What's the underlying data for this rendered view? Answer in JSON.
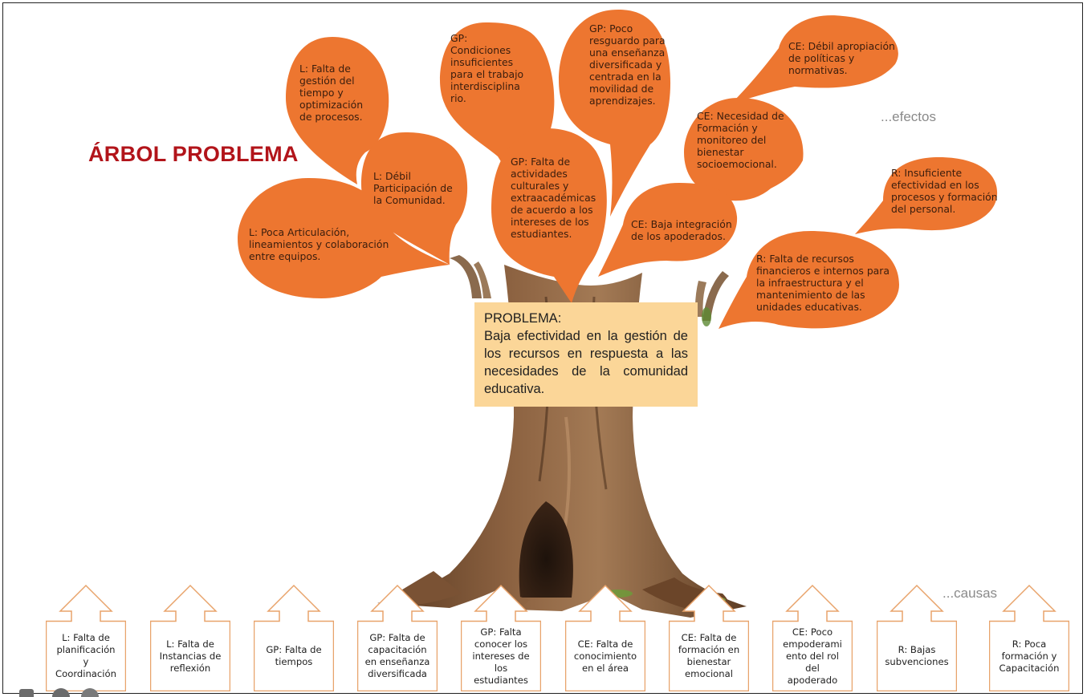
{
  "title": "ÁRBOL PROBLEMA",
  "labels": {
    "effects": "...efectos",
    "causes": "...causas"
  },
  "colors": {
    "bubble": "#ed7630",
    "title": "#b2141a",
    "problem_box": "#fbd698",
    "arrow": "#e8a36b"
  },
  "problem": {
    "heading": "PROBLEMA:",
    "text": "Baja efectividad en la gestión de los recursos en respuesta a las necesidades de la comunidad educativa."
  },
  "effects": [
    {
      "lines": [
        "L: Falta de",
        "gestión del",
        "tiempo y",
        "optimización",
        "de procesos."
      ]
    },
    {
      "lines": [
        "L: Débil",
        "Participación de",
        "la Comunidad."
      ]
    },
    {
      "lines": [
        "L: Poca Articulación,",
        "lineamientos y colaboración",
        "entre equipos."
      ]
    },
    {
      "lines": [
        "GP:",
        "Condiciones",
        "insuficientes",
        "para el trabajo",
        "interdisciplina",
        "rio."
      ]
    },
    {
      "lines": [
        "GP: Falta de",
        "actividades",
        "culturales y",
        "extraacadémicas",
        "de acuerdo a los",
        "intereses de los",
        "estudiantes."
      ]
    },
    {
      "lines": [
        "GP: Poco",
        "resguardo para",
        "una enseñanza",
        "diversificada y",
        "centrada en la",
        "movilidad de",
        "aprendizajes."
      ]
    },
    {
      "lines": [
        "CE: Débil apropiación",
        "de políticas y",
        "normativas."
      ]
    },
    {
      "lines": [
        "CE: Necesidad de",
        "Formación y",
        "monitoreo del",
        "bienestar",
        "socioemocional."
      ]
    },
    {
      "lines": [
        "CE: Baja integración",
        "de los apoderados."
      ]
    },
    {
      "lines": [
        "R: Insuficiente",
        "efectividad en los",
        "procesos y formación",
        "del personal."
      ]
    },
    {
      "lines": [
        "R: Falta de recursos",
        "financieros e internos para",
        "la infraestructura y el",
        "mantenimiento de las",
        "unidades educativas."
      ]
    }
  ],
  "causes": [
    {
      "lines": [
        "L: Falta de",
        "planificación",
        "y",
        "Coordinación"
      ]
    },
    {
      "lines": [
        "L: Falta de",
        "Instancias de",
        "reflexión"
      ]
    },
    {
      "lines": [
        "GP: Falta de",
        "tiempos"
      ]
    },
    {
      "lines": [
        "GP: Falta de",
        "capacitación",
        "en enseñanza",
        "diversificada"
      ]
    },
    {
      "lines": [
        "GP: Falta",
        "conocer los",
        "intereses de",
        "los",
        "estudiantes"
      ]
    },
    {
      "lines": [
        "CE: Falta de",
        "conocimiento",
        "en el área"
      ]
    },
    {
      "lines": [
        "CE: Falta de",
        "formación en",
        "bienestar",
        "emocional"
      ]
    },
    {
      "lines": [
        "CE: Poco",
        "empoderami",
        "ento del rol",
        "del",
        "apoderado"
      ]
    },
    {
      "lines": [
        "R: Bajas",
        "subvenciones"
      ]
    },
    {
      "lines": [
        "R: Poca",
        "formación y",
        "Capacitación"
      ]
    }
  ]
}
